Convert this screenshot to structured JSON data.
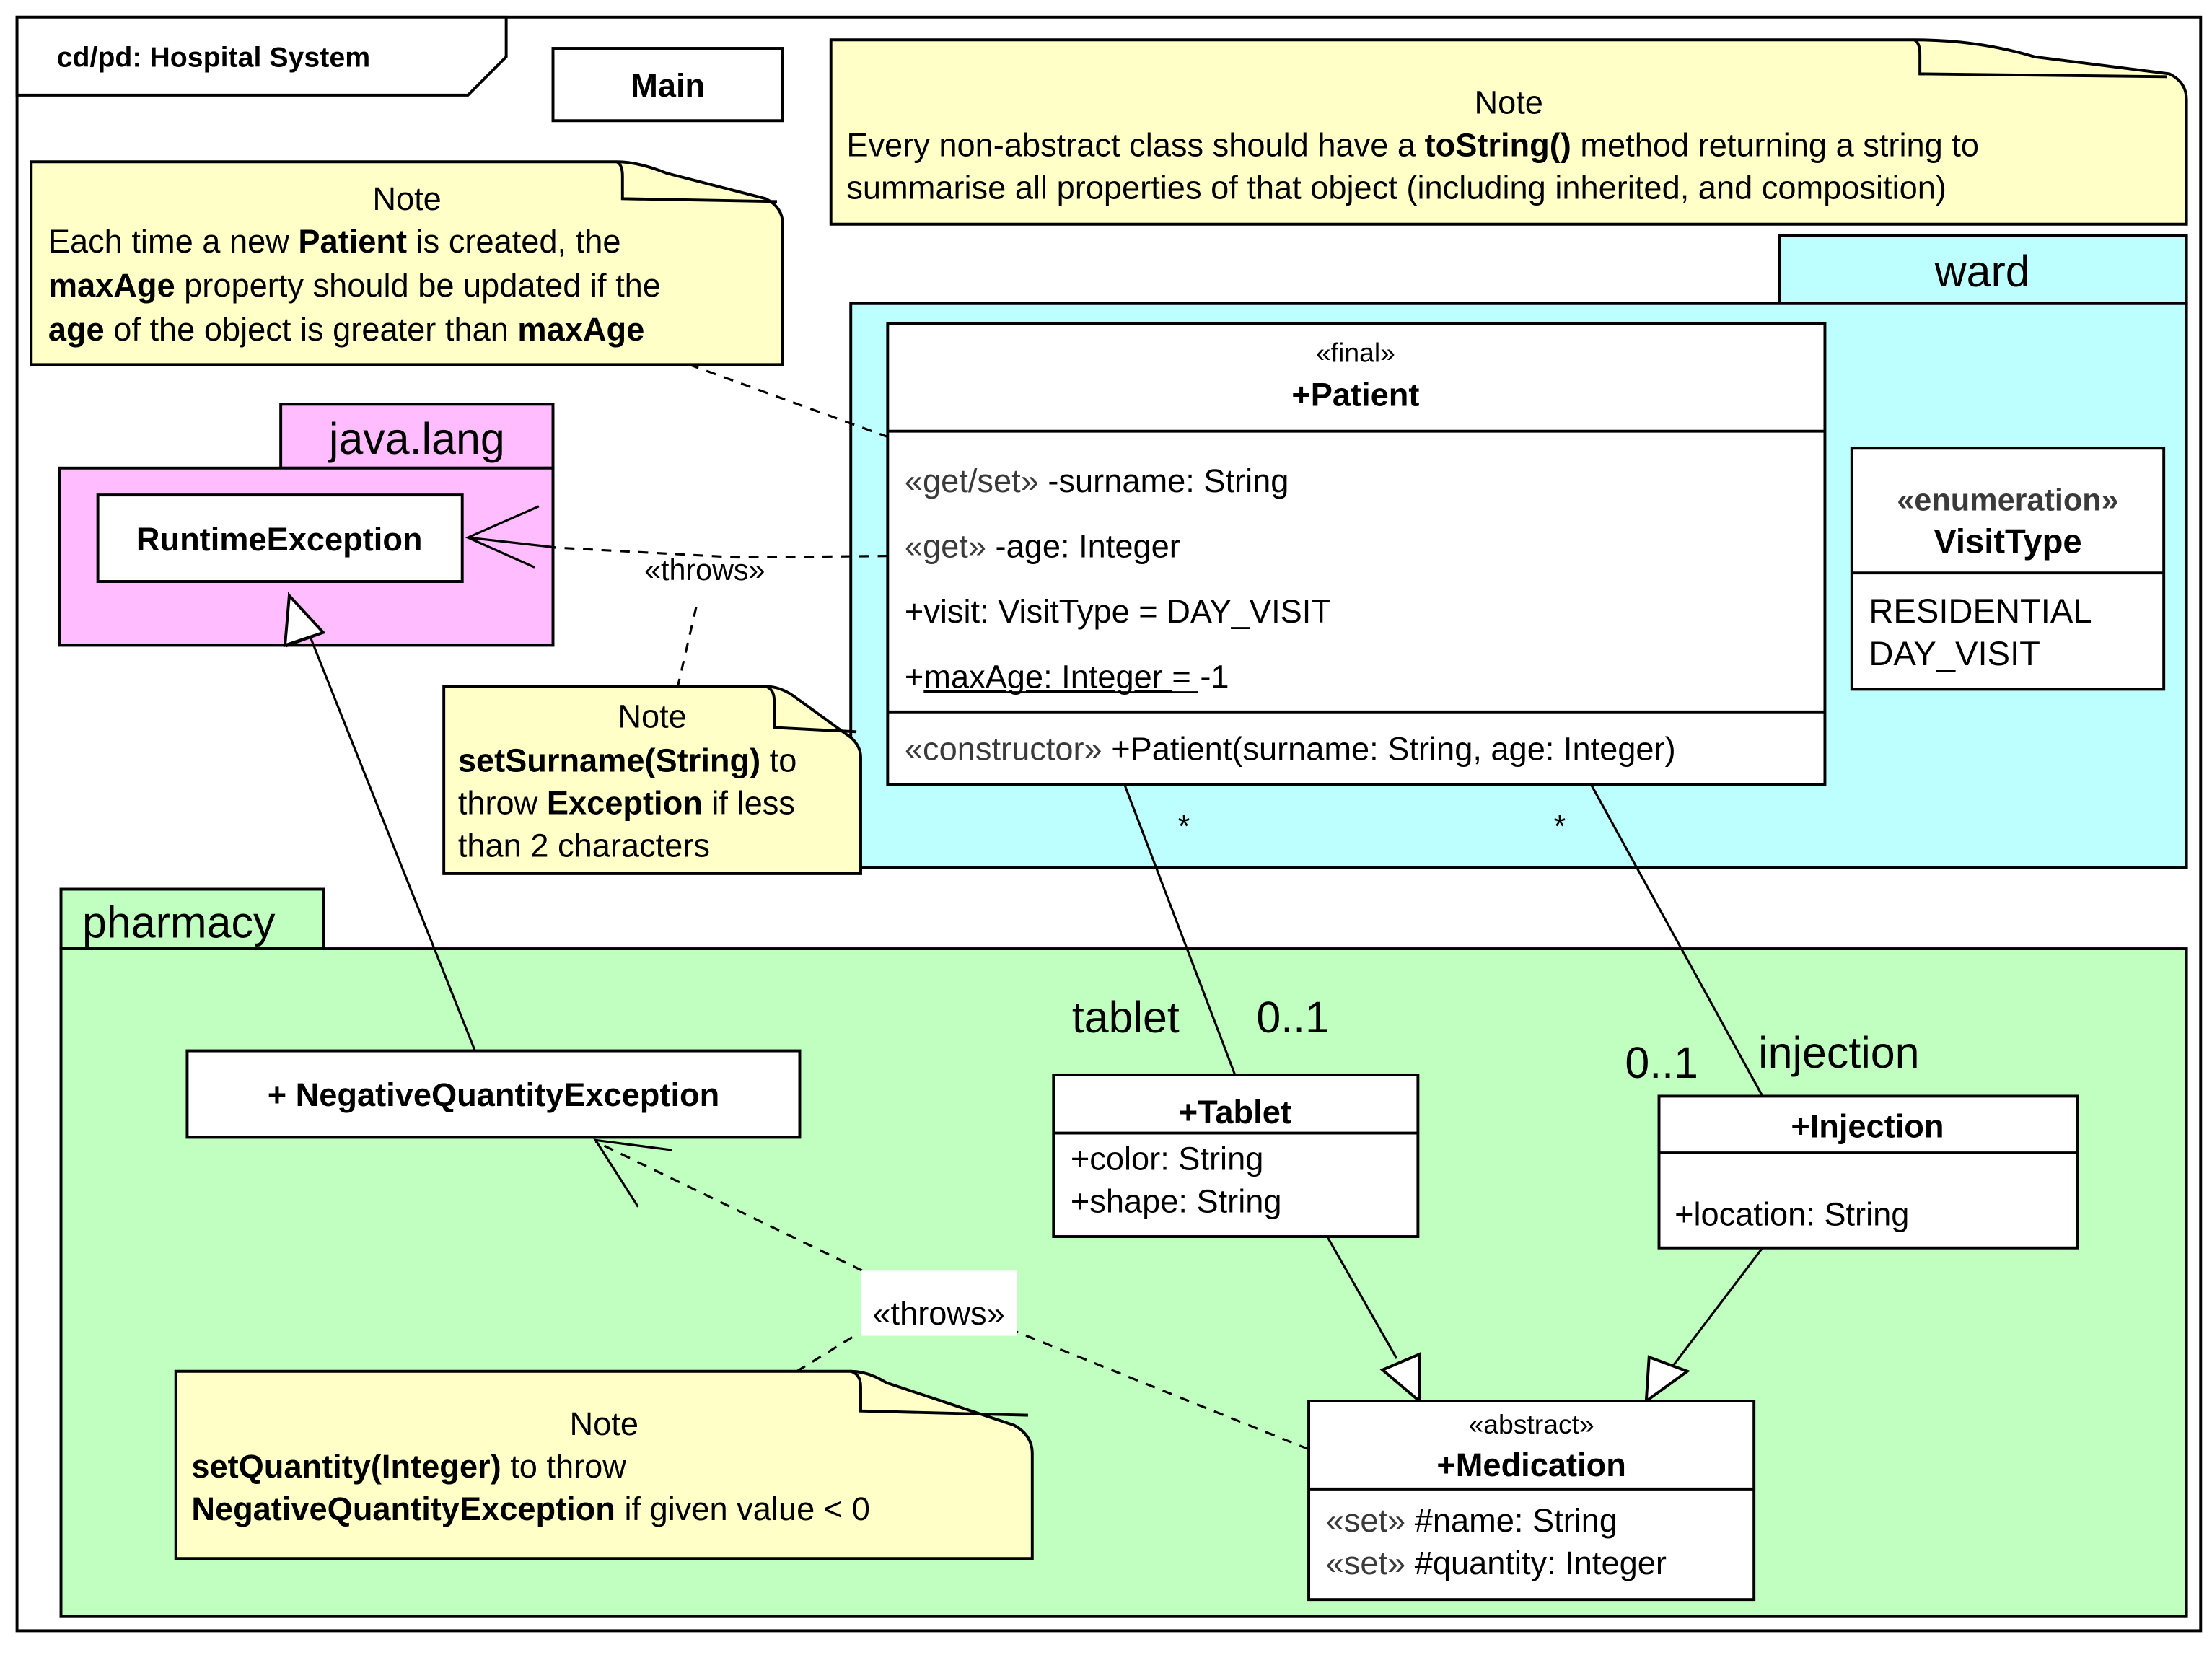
{
  "frame": {
    "title": "cd/pd: Hospital System"
  },
  "main_box": {
    "label": "Main"
  },
  "colors": {
    "note": "#ffffc8",
    "ward": "#bdffff",
    "java_lang": "#ffbdff",
    "pharmacy": "#c0ffc0",
    "class_fill": "#ffffff"
  },
  "notes": {
    "top": {
      "title": "Note",
      "line1_a": "Every non-abstract class should have a ",
      "line1_b": "toString()",
      "line1_c": " method returning a string to",
      "line2": "summarise all properties of that object (including inherited, and composition)"
    },
    "left": {
      "title": "Note",
      "l1_a": "Each time a new ",
      "l1_b": "Patient",
      "l1_c": " is created, the",
      "l2_a": "maxAge",
      "l2_b": " property should be updated if the",
      "l3_a": "age",
      "l3_b": " of the object is greater than ",
      "l3_c": "maxAge"
    },
    "surname": {
      "title": "Note",
      "l1_a": "setSurname(String)",
      "l1_b": " to",
      "l2_a": "throw ",
      "l2_b": "Exception",
      "l2_c": " if less",
      "l3": "than 2 characters"
    },
    "quantity": {
      "title": "Note",
      "l1_a": "setQuantity(Integer)",
      "l1_b": " to throw",
      "l2_a": "NegativeQuantityException",
      "l2_b": " if given value < 0"
    }
  },
  "packages": {
    "ward": {
      "name": "ward"
    },
    "java_lang": {
      "name": "java.lang"
    },
    "pharmacy": {
      "name": "pharmacy"
    }
  },
  "classes": {
    "patient": {
      "stereotype": "«final»",
      "name": "+Patient",
      "attributes": [
        {
          "stereotype": "«get/set»",
          "text": " -surname: String"
        },
        {
          "stereotype": "«get»",
          "text": " -age: Integer"
        },
        {
          "stereotype": "",
          "text": "+visit: VisitType = DAY_VISIT"
        },
        {
          "prefix": "+",
          "underlined": "maxAge: Integer ",
          "suffix": "= -1"
        }
      ],
      "operations": [
        {
          "stereotype": "«constructor»",
          "text": " +Patient(surname: String, age: Integer)"
        }
      ]
    },
    "visit_type": {
      "stereotype": "«enumeration»",
      "name": "VisitType",
      "literals": [
        "RESIDENTIAL",
        "DAY_VISIT"
      ]
    },
    "runtime_exception": {
      "name": "RuntimeException"
    },
    "negative_quantity_exception": {
      "name": "+ NegativeQuantityException"
    },
    "tablet": {
      "name": "+Tablet",
      "attributes": [
        "+color: String",
        "+shape: String"
      ]
    },
    "injection": {
      "name": "+Injection",
      "attributes": [
        "+location: String"
      ]
    },
    "medication": {
      "stereotype": "«abstract»",
      "name": "+Medication",
      "attributes": [
        {
          "stereotype": "«set»",
          "text": " #name: String"
        },
        {
          "stereotype": "«set»",
          "text": " #quantity: Integer"
        }
      ]
    }
  },
  "relations": {
    "throws_label": "«throws»",
    "tablet_role": "tablet",
    "tablet_mult_target": "0..1",
    "tablet_mult_source": "*",
    "injection_role": "injection",
    "injection_mult_target": "0..1",
    "injection_mult_source": "*"
  }
}
